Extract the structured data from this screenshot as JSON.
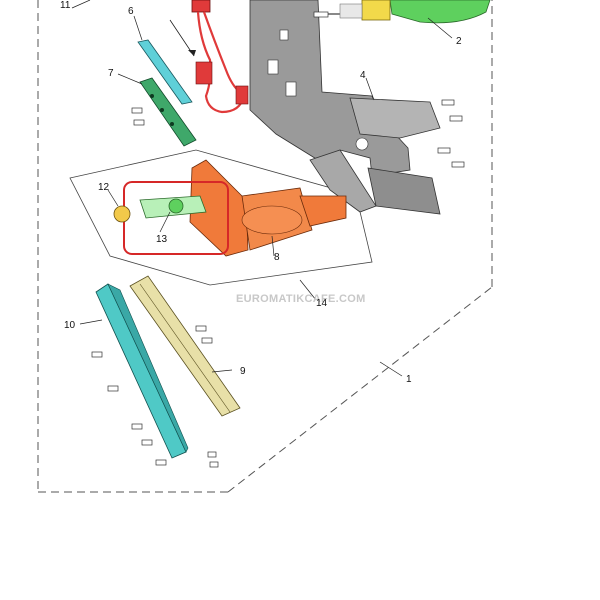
{
  "watermark": "EUROMATIKCAFE.COM",
  "callouts": {
    "c1": "1",
    "c2": "2",
    "c4": "4",
    "c6": "6",
    "c7": "7",
    "c8": "8",
    "c9": "9",
    "c10": "10",
    "c11": "11",
    "c12": "12",
    "c13": "13",
    "c14": "14"
  },
  "colors": {
    "bracket_gray": "#9a9a9a",
    "motor_orange": "#f07a3a",
    "board_teal": "#4fc9c6",
    "rail_yellow": "#e8e0a8",
    "strip_green": "#3fa86a",
    "strip_cyan": "#5fd0d8",
    "wire_red": "#e03a3a",
    "part_green": "#5ed05e",
    "part_yellow": "#f2d94a",
    "highlight_red": "#d62828"
  }
}
